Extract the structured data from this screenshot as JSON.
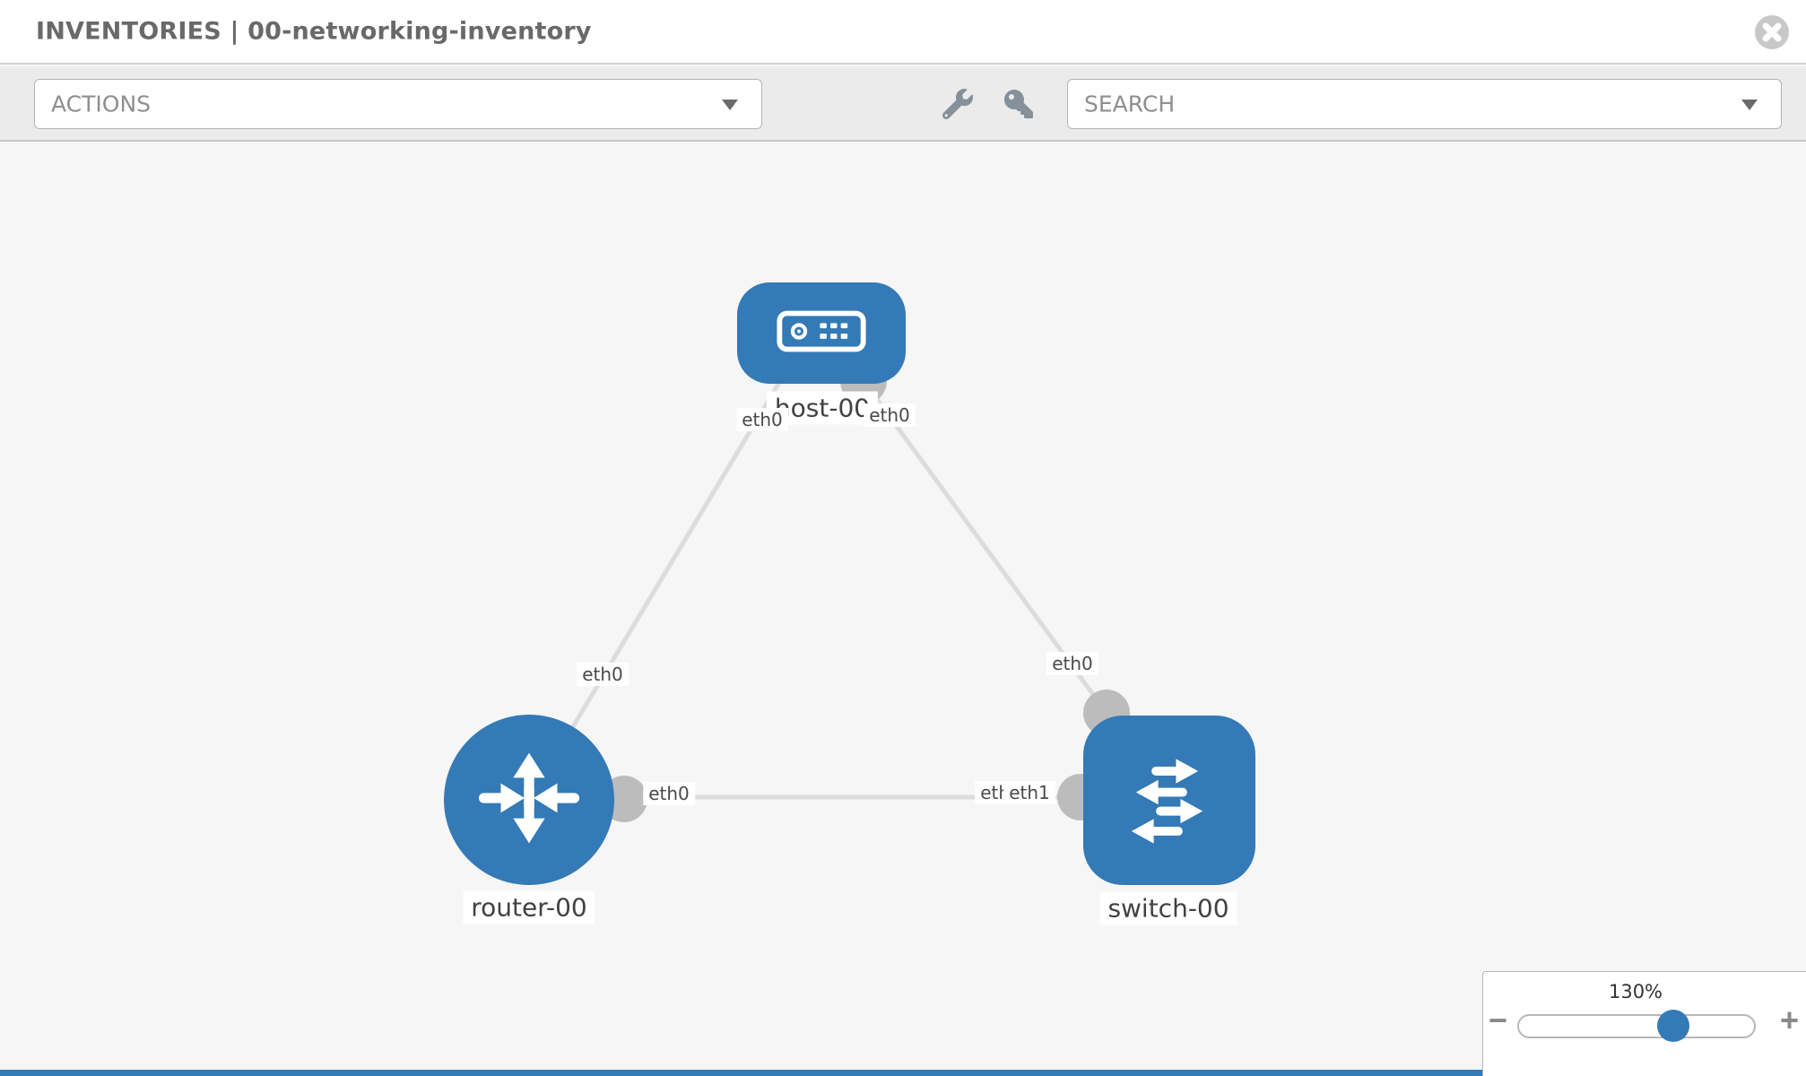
{
  "header": {
    "title": "INVENTORIES | 00-networking-inventory"
  },
  "toolbar": {
    "actions_label": "ACTIONS",
    "search_label": "SEARCH",
    "icons": [
      "wrench-icon",
      "key-icon"
    ]
  },
  "canvas": {
    "nodes": [
      {
        "id": "host-00",
        "label": "host-00",
        "type": "host"
      },
      {
        "id": "router-00",
        "label": "router-00",
        "type": "router"
      },
      {
        "id": "switch-00",
        "label": "switch-00",
        "type": "switch"
      }
    ],
    "links": [
      {
        "from": "host-00",
        "to": "router-00",
        "from_interface": "eth0",
        "to_interface": "eth0"
      },
      {
        "from": "host-00",
        "to": "switch-00",
        "from_interface": "eth0",
        "to_interface": "eth0"
      },
      {
        "from": "router-00",
        "to": "switch-00",
        "from_interface": "eth0",
        "to_interface": "eth1"
      }
    ],
    "interface_labels": {
      "host_left": "eth0",
      "host_right": "eth0",
      "router_top": "eth0",
      "switch_top": "eth0",
      "link_mid_left": "eth0",
      "link_mid_back": "eth0",
      "link_mid_front": "eth1"
    }
  },
  "zoom_control": {
    "level": "130%",
    "minus_label": "−",
    "plus_label": "+"
  },
  "colors": {
    "node_blue": "#337ab7",
    "link_gray": "#dcdcdc",
    "interface_gray": "#bcbcbc",
    "toolbar_bg": "#ebebeb"
  }
}
